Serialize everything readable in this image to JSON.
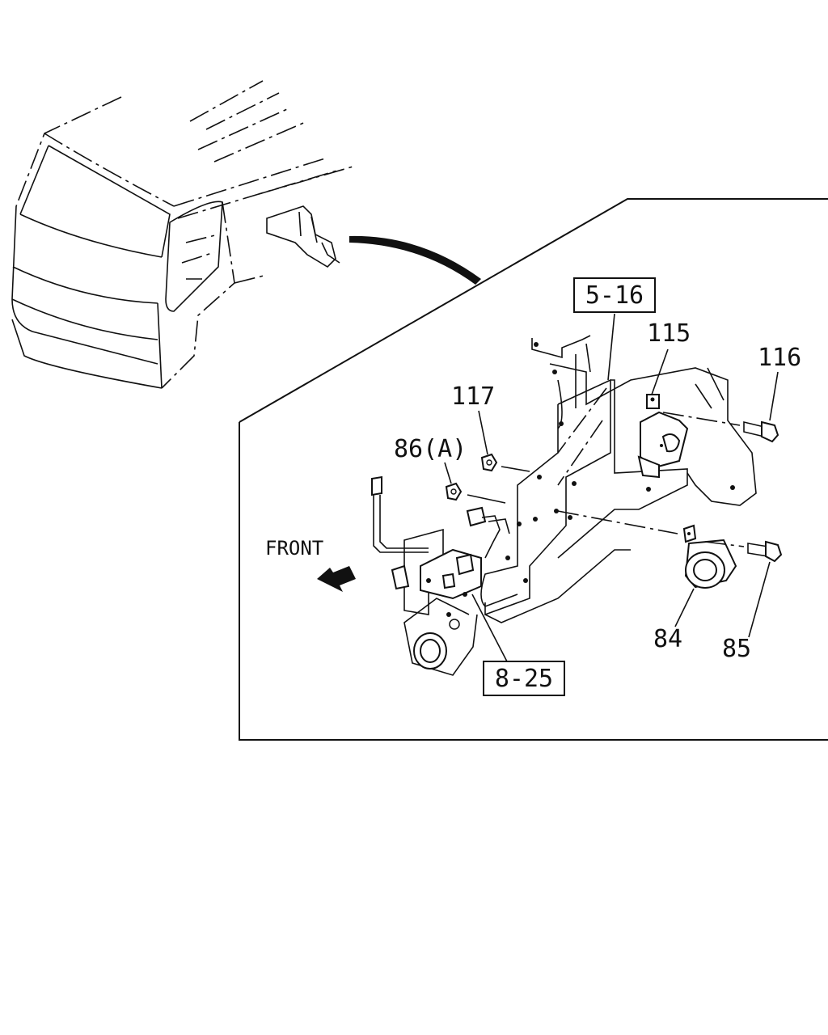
{
  "diagram": {
    "ref_boxes": [
      {
        "id": "ref-5-16",
        "text": "5-16"
      },
      {
        "id": "ref-8-25",
        "text": "8-25"
      }
    ],
    "callouts": [
      {
        "id": "115",
        "text": "115"
      },
      {
        "id": "116",
        "text": "116"
      },
      {
        "id": "117",
        "text": "117"
      },
      {
        "id": "86a",
        "text": "86(A)"
      },
      {
        "id": "84",
        "text": "84"
      },
      {
        "id": "85",
        "text": "85"
      }
    ],
    "direction_label": "FRONT"
  }
}
